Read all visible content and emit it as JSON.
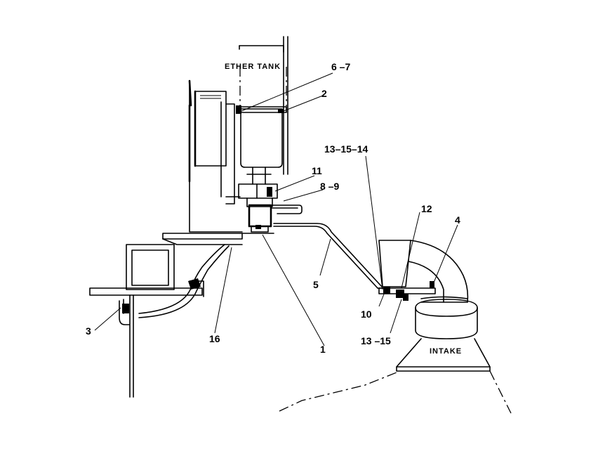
{
  "captions": {
    "ether_tank": "ETHER TANK",
    "intake": "INTAKE"
  },
  "callouts": {
    "c_6_7": "6 –7",
    "c_2": "2",
    "c_13_15_14": "13–15–14",
    "c_11": "11",
    "c_8_9": "8 –9",
    "c_12": "12",
    "c_4": "4",
    "c_5": "5",
    "c_10": "10",
    "c_13_15": "13 –15",
    "c_3": "3",
    "c_16": "16",
    "c_1": "1"
  }
}
